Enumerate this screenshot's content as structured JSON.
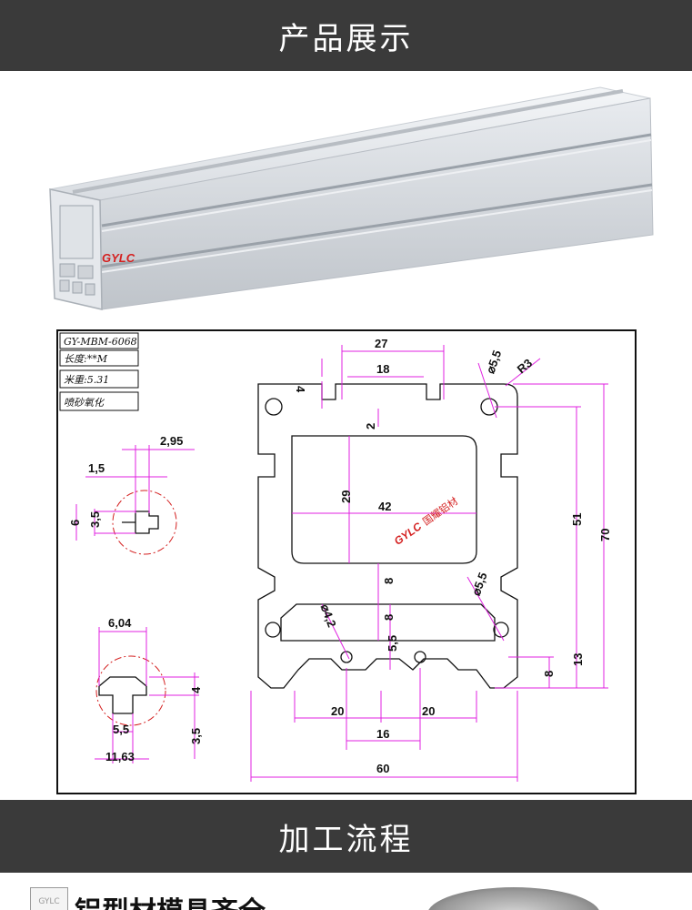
{
  "header": {
    "title": "产品展示"
  },
  "photo": {
    "logo": "GYLC"
  },
  "drawing": {
    "info_boxes": [
      "GY-MBM-6068",
      "长度:**M",
      "米重:5.31",
      "喷砂氧化"
    ],
    "brand": "GYLC",
    "brand_cn": "国耀铝材",
    "dims": {
      "d27": "27",
      "d18": "18",
      "d4top": "4",
      "d2": "2",
      "d29": "29",
      "d42": "42",
      "d8a": "8",
      "d8b": "8",
      "d55mid": "5,5",
      "d20a": "20",
      "d20b": "20",
      "d16": "16",
      "d60": "60",
      "d51": "51",
      "d70": "70",
      "d13": "13",
      "d8c": "8",
      "phi55a": "⌀5,5",
      "r3": "R3",
      "phi55b": "⌀5,5",
      "phi42": "⌀4,2",
      "d295": "2,95",
      "d15": "1,5",
      "d6": "6",
      "d35a": "3,5",
      "d604": "6,04",
      "d4b": "4",
      "d55b": "5,5",
      "d1163": "11,63",
      "d35b": "3,5"
    }
  },
  "process": {
    "title": "加工流程"
  },
  "footer": {
    "title": "铝型材模具齐全",
    "icon_text": "GYLC"
  }
}
